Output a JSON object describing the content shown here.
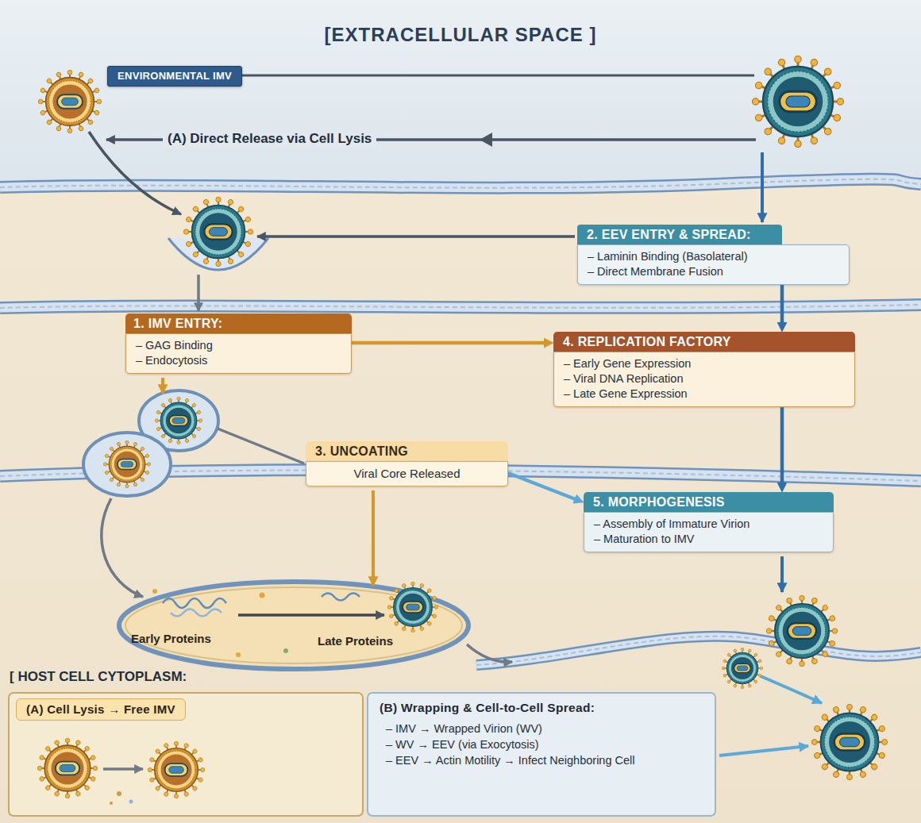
{
  "diagram": {
    "nodes": [
      {
        "text": [
          "ENVIRONMENTAL IMV"
        ]
      },
      {
        "text": [
          "2. EEV ENTRY & SPREAD:",
          "– Laminin Binding (Basolateral)",
          "– Direct Membrane Fusion"
        ]
      },
      {
        "text": [
          "1. IMV ENTRY:",
          "– GAG Binding",
          "– Endocytosis"
        ]
      },
      {
        "text": [
          "4. REPLICATION FACTORY",
          "– Early Gene Expression",
          "– Viral DNA Replication",
          "– Late Gene Expression"
        ]
      },
      {
        "text": [
          "3. UNCOATING",
          "Viral Core Released"
        ]
      },
      {
        "text": [
          "5. MORPHOGENESIS",
          "– Assembly of Immature Virion",
          "– Maturation to IMV"
        ]
      },
      {
        "text": [
          "(A) Cell Lysis → Free IMV"
        ]
      },
      {
        "text": [
          "(B) Wrapping & Cell-to-Cell Spread:",
          "– IMV → Wrapped Virion (WV)",
          "– WV → EEV (via Exocytosis)",
          "– EEV → Actin Motility → Infect Neighboring Cell"
        ]
      }
    ],
    "edges": [
      {
        "from": 1,
        "to": 3,
        "arrow": "to"
      },
      {
        "from": 2,
        "to": 3,
        "arrow": "to"
      },
      {
        "from": 3,
        "to": 5,
        "arrow": "to"
      },
      {
        "from": 4,
        "to": 5,
        "arrow": "to"
      }
    ],
    "labels": [
      "[EXTRACELLULAR SPACE ]",
      "(A) Direct Release via Cell Lysis",
      "Early Proteins",
      "Late Proteins",
      "[ HOST CELL CYTOPLASM:"
    ]
  }
}
